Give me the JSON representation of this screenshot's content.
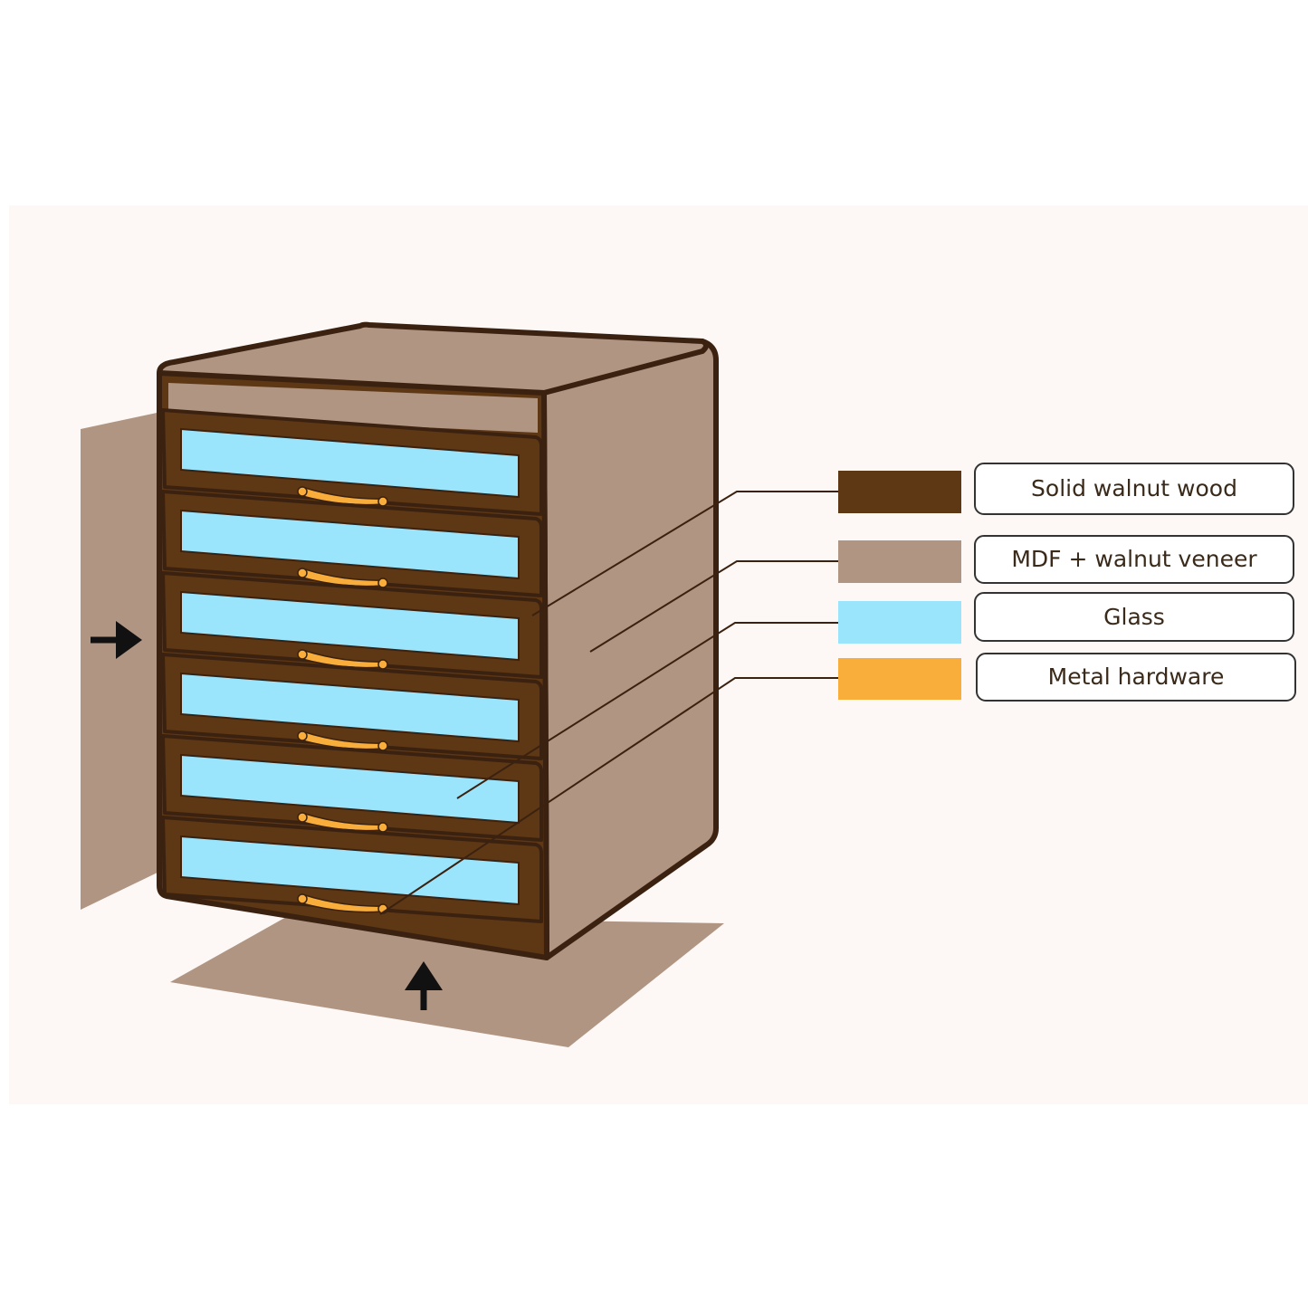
{
  "colors": {
    "page_background": "#ffffff",
    "panel_background": "#fdf8f5",
    "solid_walnut": "#5e3715",
    "veneer": "#b09583",
    "glass": "#9be5fc",
    "hardware": "#f9ae3b",
    "outline": "#3b2210",
    "arrow": "#111111"
  },
  "cabinet": {
    "drawer_count": 6
  },
  "legend": {
    "items": [
      {
        "key": "solid_walnut",
        "label": "Solid walnut wood"
      },
      {
        "key": "veneer",
        "label": "MDF + walnut veneer"
      },
      {
        "key": "glass",
        "label": "Glass"
      },
      {
        "key": "hardware",
        "label": "Metal hardware"
      }
    ]
  }
}
